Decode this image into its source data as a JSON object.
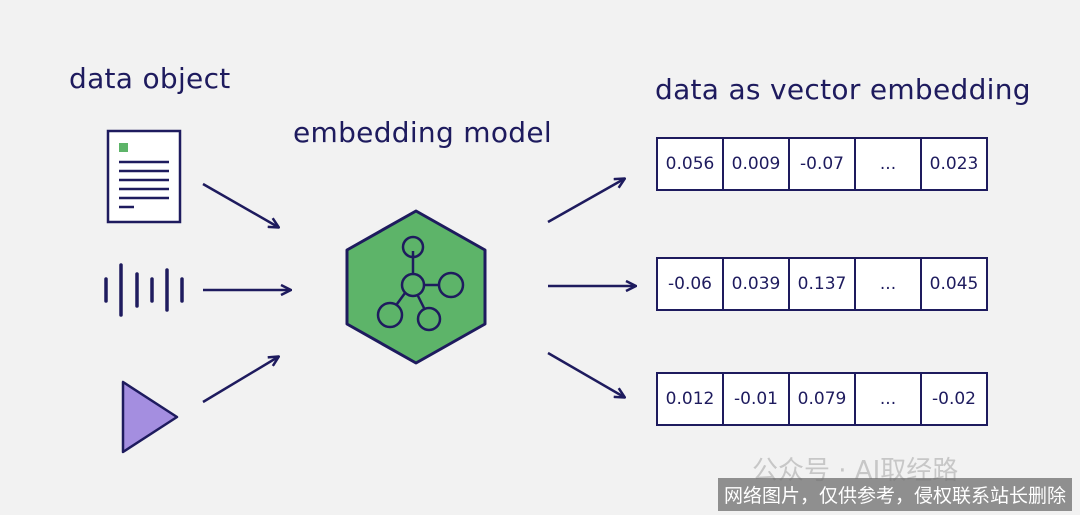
{
  "labels": {
    "data_object": "data object",
    "embedding_model": "embedding model",
    "vector_embedding": "data as vector embedding"
  },
  "inputs": [
    {
      "icon": "document-icon"
    },
    {
      "icon": "audio-waveform-icon"
    },
    {
      "icon": "play-triangle-icon"
    }
  ],
  "model": {
    "icon": "hexagon-network-icon",
    "color": "#5db469"
  },
  "vectors": [
    [
      "0.056",
      "0.009",
      "-0.07",
      "...",
      "0.023"
    ],
    [
      "-0.06",
      "0.039",
      "0.137",
      "...",
      "0.045"
    ],
    [
      "0.012",
      "-0.01",
      "0.079",
      "...",
      "-0.02"
    ]
  ],
  "watermark": "公众号 · AI取经路",
  "notice": "网络图片，仅供参考，侵权联系站长删除",
  "colors": {
    "ink": "#1e1b5e",
    "background": "#f2f2f2",
    "doc_accent": "#5db469",
    "play": "#a48ee0"
  }
}
